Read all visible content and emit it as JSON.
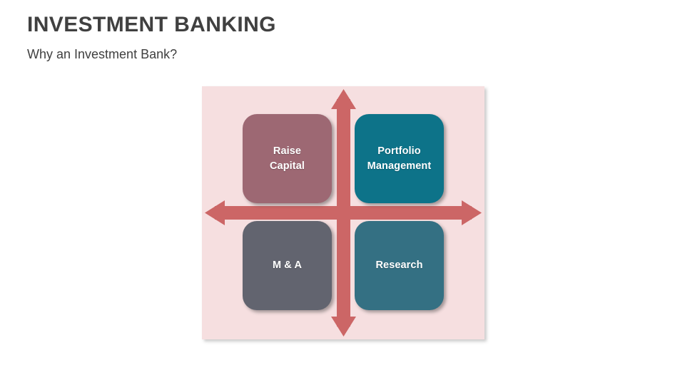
{
  "slide": {
    "title": "INVESTMENT BANKING",
    "subtitle": "Why an Investment Bank?"
  },
  "diagram": {
    "type": "quadrant-matrix",
    "panel_color": "#f6dfe0",
    "arrow_color": "#cc6666",
    "axis": {
      "vertical_arrow": "double-headed-vertical-arrow",
      "horizontal_arrow": "double-headed-horizontal-arrow"
    },
    "quadrants": [
      {
        "id": "raise-capital",
        "label": "Raise\nCapital",
        "position": "top-left",
        "color": "#9d6873"
      },
      {
        "id": "portfolio-management",
        "label": "Portfolio\nManagement",
        "position": "top-right",
        "color": "#0d7389"
      },
      {
        "id": "ma",
        "label": "M & A",
        "position": "bottom-left",
        "color": "#62646f"
      },
      {
        "id": "research",
        "label": "Research",
        "position": "bottom-right",
        "color": "#347083"
      }
    ]
  }
}
